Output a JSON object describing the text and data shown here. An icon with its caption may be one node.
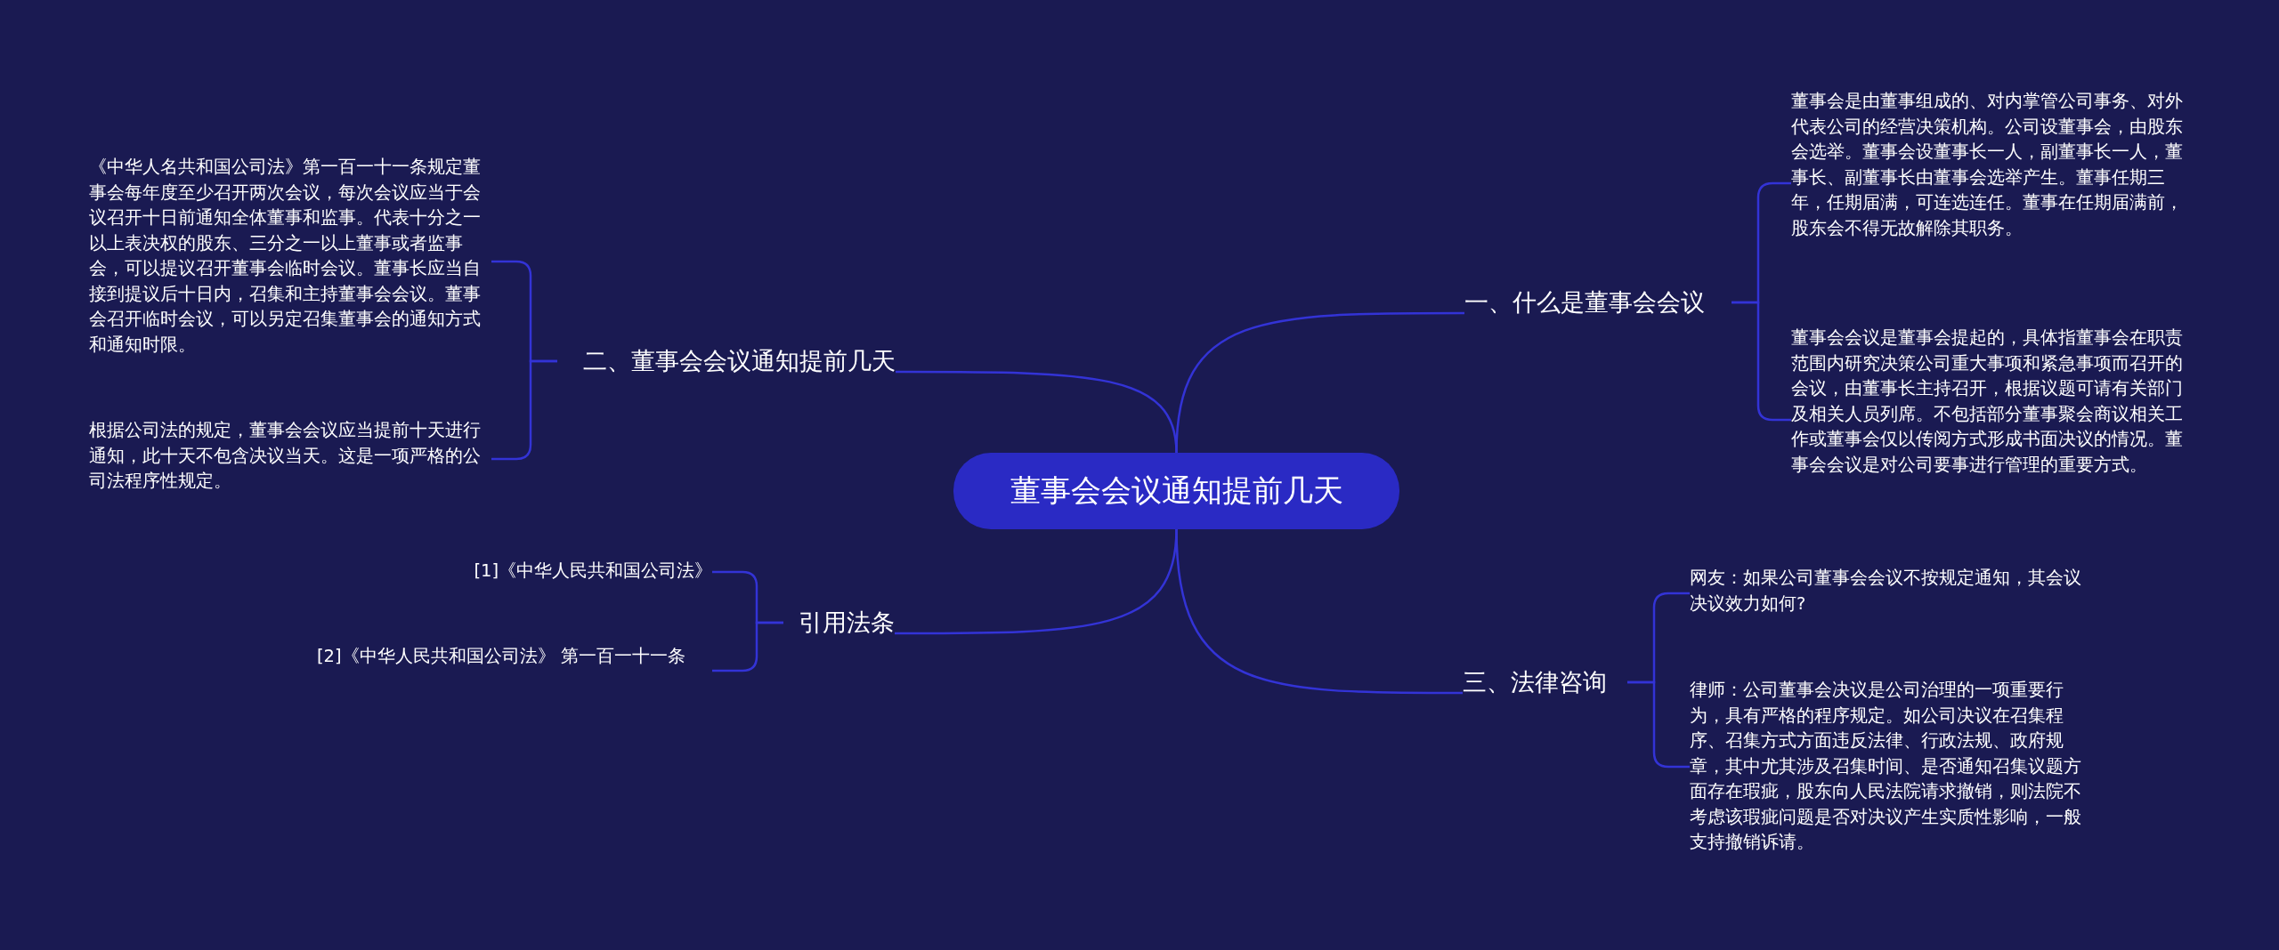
{
  "diagram": {
    "nodes": [
      {
        "text": [
          "董事会会议通知提前几天"
        ]
      },
      {
        "text": [
          "一、什么是董事会会议"
        ]
      },
      {
        "text": [
          "董事会是由董事组成的、对内掌管公司事务、对外代表公司的经营决策机构。公司设董事会，由股东会选举。董事会设董事长一人，副董事长一人，董事长、副董事长由董事会选举产生。董事任期三年，任期届满，可连选连任。董事在任期届满前，股东会不得无故解除其职务。"
        ]
      },
      {
        "text": [
          "董事会会议是董事会提起的，具体指董事会在职责范围内研究决策公司重大事项和紧急事项而召开的会议，由董事长主持召开，根据议题可请有关部门及相关人员列席。不包括部分董事聚会商议相关工作或董事会仅以传阅方式形成书面决议的情况。董事会会议是对公司要事进行管理的重要方式。"
        ]
      },
      {
        "text": [
          "二、董事会会议通知提前几天"
        ]
      },
      {
        "text": [
          "《中华人名共和国公司法》第一百一十一条规定董事会每年度至少召开两次会议，每次会议应当于会议召开十日前通知全体董事和监事。代表十分之一以上表决权的股东、三分之一以上董事或者监事会，可以提议召开董事会临时会议。董事长应当自接到提议后十日内，召集和主持董事会会议。董事会召开临时会议，可以另定召集董事会的通知方式和通知时限。"
        ]
      },
      {
        "text": [
          "根据公司法的规定，董事会会议应当提前十天进行通知，此十天不包含决议当天。这是一项严格的公司法程序性规定。"
        ]
      },
      {
        "text": [
          "引用法条"
        ]
      },
      {
        "text": [
          "[1]《中华人民共和国公司法》"
        ]
      },
      {
        "text": [
          "[2]《中华人民共和国公司法》 第一百一十一条"
        ]
      },
      {
        "text": [
          "三、法律咨询"
        ]
      },
      {
        "text": [
          "网友：如果公司董事会会议不按规定通知，其会议决议效力如何?"
        ]
      },
      {
        "text": [
          "律师：公司董事会决议是公司治理的一项重要行为，具有严格的程序规定。如公司决议在召集程序、召集方式方面违反法律、行政法规、政府规章，其中尤其涉及召集时间、是否通知召集议题方面存在瑕疵，股东向人民法院请求撤销，则法院不考虑该瑕疵问题是否对决议产生实质性影响，一般支持撤销诉请。"
        ]
      }
    ],
    "edges": [
      {
        "from": 0,
        "to": 1,
        "arrow": "none"
      },
      {
        "from": 0,
        "to": 4,
        "arrow": "none"
      },
      {
        "from": 0,
        "to": 7,
        "arrow": "none"
      },
      {
        "from": 0,
        "to": 10,
        "arrow": "none"
      },
      {
        "from": 1,
        "to": 2,
        "arrow": "none"
      },
      {
        "from": 1,
        "to": 3,
        "arrow": "none"
      },
      {
        "from": 4,
        "to": 5,
        "arrow": "none"
      },
      {
        "from": 4,
        "to": 6,
        "arrow": "none"
      },
      {
        "from": 7,
        "to": 8,
        "arrow": "none"
      },
      {
        "from": 7,
        "to": 9,
        "arrow": "none"
      },
      {
        "from": 10,
        "to": 11,
        "arrow": "none"
      },
      {
        "from": 10,
        "to": 12,
        "arrow": "none"
      }
    ]
  }
}
